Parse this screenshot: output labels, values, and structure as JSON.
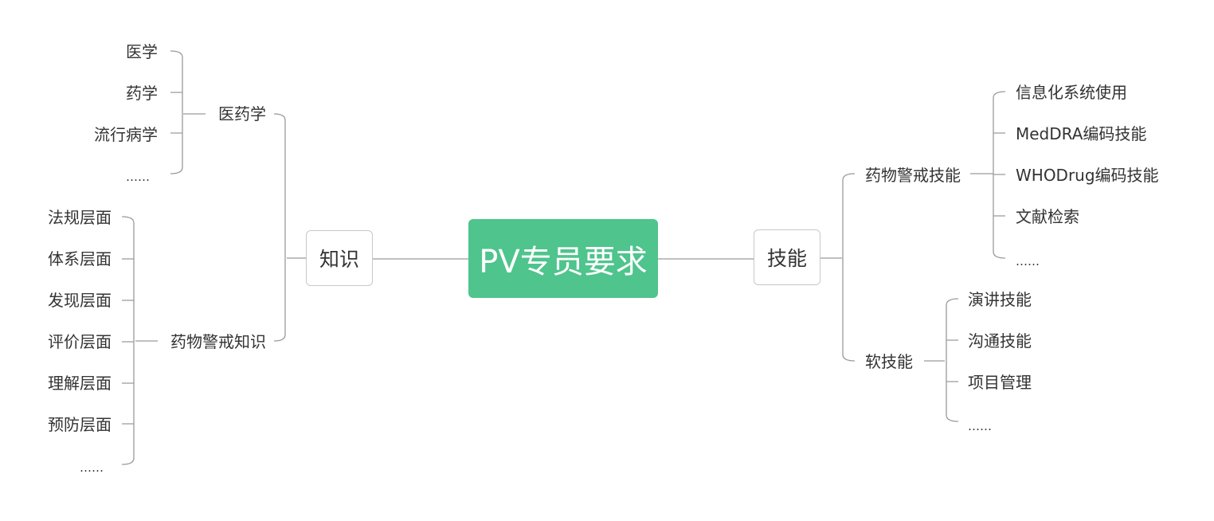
{
  "colors": {
    "root_fill": "#4fc48d",
    "line": "#9a9a9a",
    "text": "#333333"
  },
  "root": {
    "label": "PV专员要求"
  },
  "branches": {
    "knowledge": {
      "label": "知识",
      "med_pharm": {
        "label": "医药学",
        "items": [
          "医学",
          "药学",
          "流行病学",
          "……"
        ]
      },
      "pv_knowledge": {
        "label": "药物警戒知识",
        "items": [
          "法规层面",
          "体系层面",
          "发现层面",
          "评价层面",
          "理解层面",
          "预防层面",
          "……"
        ]
      }
    },
    "skills": {
      "label": "技能",
      "pv_skills": {
        "label": "药物警戒技能",
        "items": [
          "信息化系统使用",
          "MedDRA编码技能",
          "WHODrug编码技能",
          "文献检索",
          "……"
        ]
      },
      "soft_skills": {
        "label": "软技能",
        "items": [
          "演讲技能",
          "沟通技能",
          "项目管理",
          "……"
        ]
      }
    }
  }
}
